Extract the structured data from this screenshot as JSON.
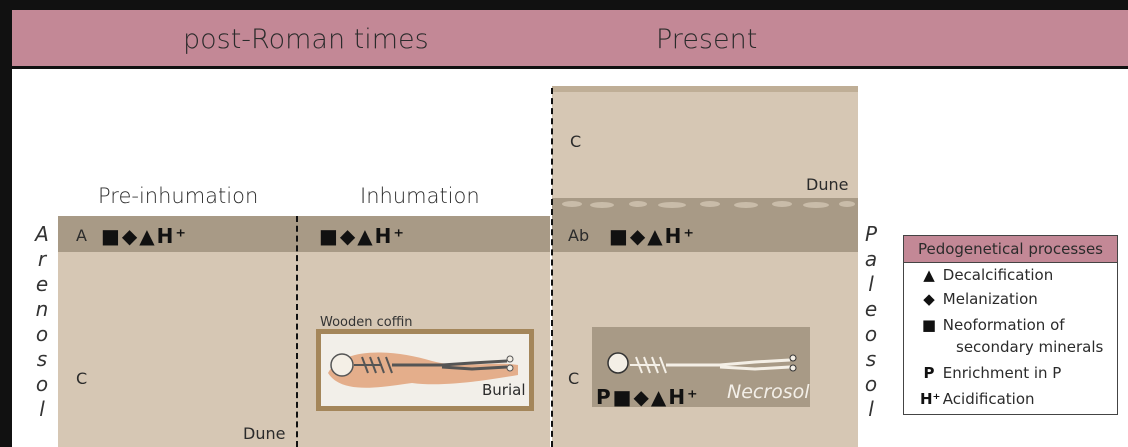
{
  "header": {
    "left_period": "post-Roman times",
    "right_period": "Present"
  },
  "columns": {
    "pre_inhumation": {
      "title": "Pre-inhumation",
      "horizon_a": "A",
      "horizon_c": "C",
      "dune": "Dune",
      "symbols": "■◆▲H⁺"
    },
    "inhumation": {
      "title": "Inhumation",
      "symbols": "■◆▲H⁺",
      "coffin_label": "Wooden coffin",
      "burial_label": "Burial"
    },
    "present": {
      "horizon_c_top": "C",
      "dune": "Dune",
      "horizon_ab": "Ab",
      "symbols_ab": "■◆▲H⁺",
      "horizon_c": "C",
      "symbols_lower": "P■◆▲H⁺",
      "necrosol_label": "Necrosol"
    }
  },
  "side_words": {
    "left": [
      "A",
      "r",
      "e",
      "n",
      "o",
      "s",
      "o",
      "l"
    ],
    "right": [
      "P",
      "a",
      "l",
      "e",
      "o",
      "s",
      "o",
      "l"
    ]
  },
  "legend": {
    "title": "Pedogenetical processes",
    "items": [
      {
        "symbol": "▲",
        "label": "Decalcification"
      },
      {
        "symbol": "◆",
        "label": "Melanization"
      },
      {
        "symbol": "■",
        "label": "Neoformation of",
        "label2": "secondary minerals"
      },
      {
        "symbol": "P",
        "label": "Enrichment in P"
      },
      {
        "symbol": "H⁺",
        "label": "Acidification"
      }
    ]
  },
  "colors": {
    "header": "#c38896",
    "soil_c": "#d6c7b4",
    "soil_a": "#a89a86",
    "coffin": "#a4865a",
    "stain": "#e2a27a"
  }
}
